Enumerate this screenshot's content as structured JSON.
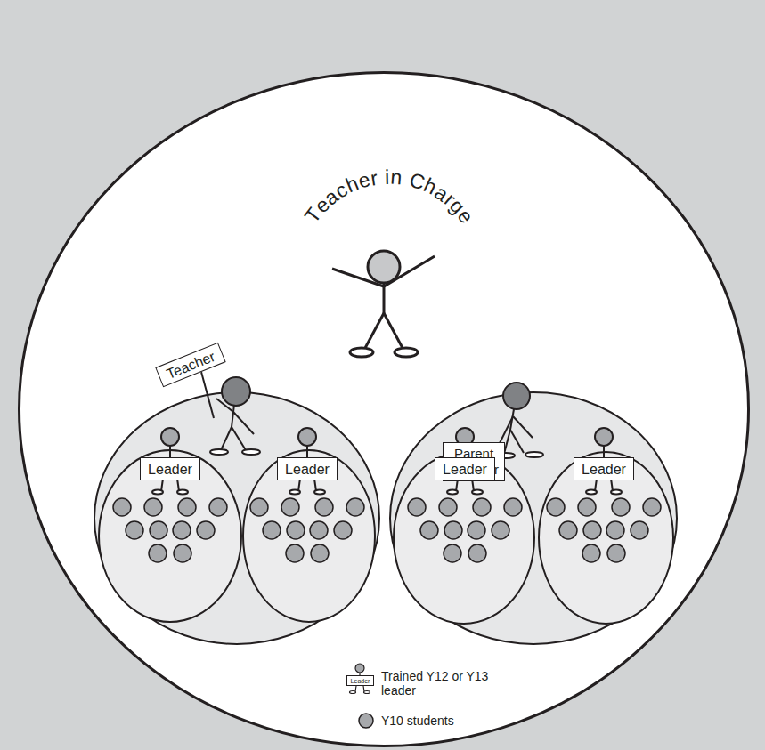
{
  "diagram": {
    "nodes": [
      {
        "text": [
          "Teacher in Charge"
        ]
      },
      {
        "text": [
          "Teacher"
        ],
        "in": 0
      },
      {
        "text": [
          "Leader"
        ],
        "in": 1
      },
      {
        "text": [
          "Leader"
        ],
        "in": 1
      },
      {
        "text": [
          "Parent Tramper"
        ],
        "in": 0
      },
      {
        "text": [
          "Leader"
        ],
        "in": 4
      },
      {
        "text": [
          "Leader"
        ],
        "in": 4
      }
    ],
    "labels": [
      "Leader"
    ],
    "legend": [
      {
        "text": "Trained Y12 or Y13 leader"
      },
      {
        "text": "Y10 students"
      }
    ]
  }
}
